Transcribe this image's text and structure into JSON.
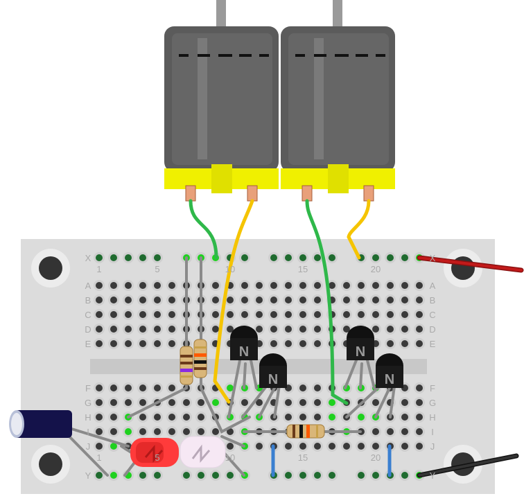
{
  "breadboard": {
    "row_labels_top": [
      "X",
      "A",
      "B",
      "C",
      "D",
      "E"
    ],
    "row_labels_bottom": [
      "F",
      "G",
      "H",
      "I",
      "J",
      "Y"
    ],
    "column_labels": [
      "1",
      "5",
      "10",
      "15",
      "20"
    ],
    "column_count": 23
  },
  "transistors": [
    {
      "label": "N"
    },
    {
      "label": "N"
    },
    {
      "label": "N"
    },
    {
      "label": "N"
    }
  ],
  "colors": {
    "board": "#dcdcdc",
    "hole": "#3a3a3a",
    "hole_connected": "#1fd11f",
    "wire_green": "#2fb84a",
    "wire_yellow": "#f5c400",
    "wire_red": "#c21a1a",
    "wire_black": "#2a2a2a",
    "jumper_blue": "#3a7fd0",
    "motor_body": "#5a5a5a",
    "motor_band": "#f0f000"
  }
}
